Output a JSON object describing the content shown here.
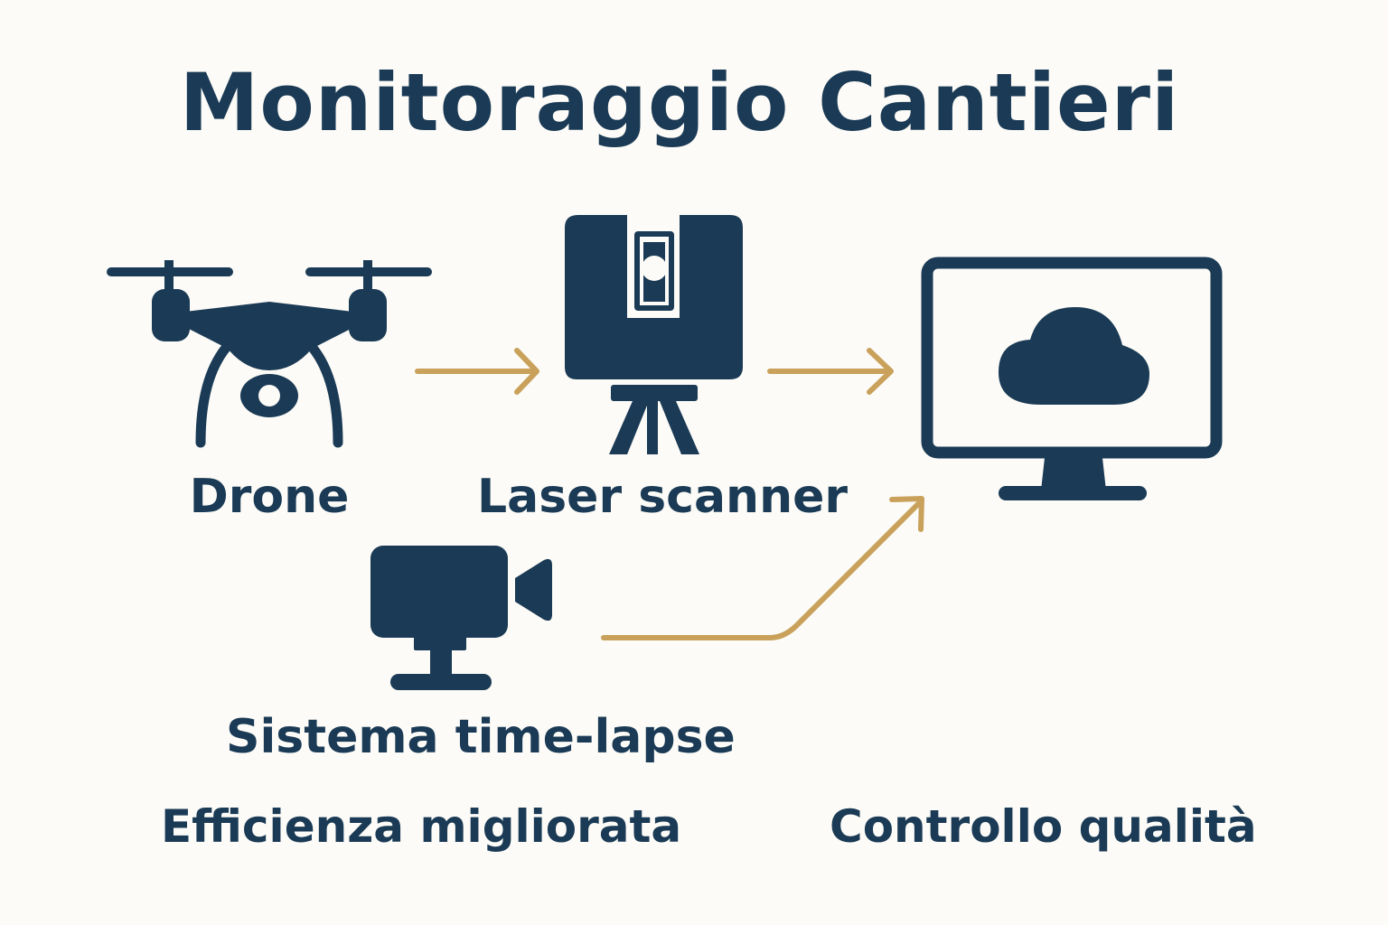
{
  "title": "Monitoraggio Cantieri",
  "nodes": {
    "drone": {
      "label": "Drone",
      "icon": "drone-icon"
    },
    "laser_scanner": {
      "label": "Laser scanner",
      "icon": "laser-scanner-icon"
    },
    "time_lapse": {
      "label": "Sistema time-lapse",
      "icon": "time-lapse-camera-icon"
    },
    "cloud_monitor": {
      "label": "",
      "icon": "cloud-monitor-icon"
    }
  },
  "captions": {
    "left": "Efficienza migliorata",
    "right": "Controllo qualità"
  },
  "colors": {
    "primary": "#1a3a55",
    "accent": "#c9a15a",
    "background": "#fcfbf7"
  }
}
